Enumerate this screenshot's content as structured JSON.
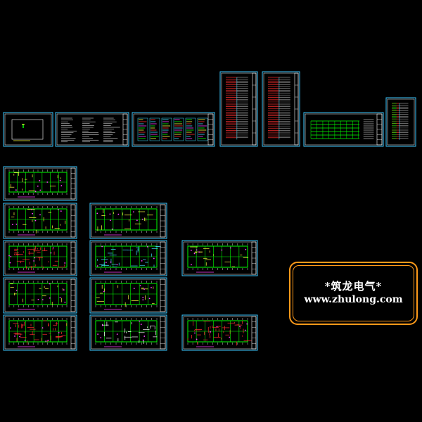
{
  "watermark": {
    "title": "*筑龙电气*",
    "url": "www.zhulong.com",
    "border_color": "#ff9a1a"
  },
  "colors": {
    "background": "#000000",
    "sheet_frame": "#3cc8ff",
    "title_block": "#ffffff",
    "wall": "#00ff00",
    "circuit_red": "#ff3030",
    "circuit_yellow": "#ffff40",
    "circuit_cyan": "#40e0ff",
    "circuit_magenta": "#ff40ff"
  },
  "sheets": [
    {
      "id": "cover"
    },
    {
      "id": "design-notes"
    },
    {
      "id": "system-diagram-1"
    },
    {
      "id": "system-diagram-2"
    },
    {
      "id": "riser-diagram-1"
    },
    {
      "id": "riser-diagram-2"
    },
    {
      "id": "riser-diagram-3"
    },
    {
      "id": "riser-diagram-4"
    },
    {
      "id": "floor-plan-a1"
    },
    {
      "id": "floor-plan-a2"
    },
    {
      "id": "floor-plan-a3"
    },
    {
      "id": "floor-plan-a4"
    },
    {
      "id": "floor-plan-a5"
    },
    {
      "id": "floor-plan-b1"
    },
    {
      "id": "floor-plan-b2"
    },
    {
      "id": "floor-plan-b3"
    },
    {
      "id": "floor-plan-b4"
    },
    {
      "id": "floor-plan-c1"
    },
    {
      "id": "floor-plan-c2"
    }
  ]
}
